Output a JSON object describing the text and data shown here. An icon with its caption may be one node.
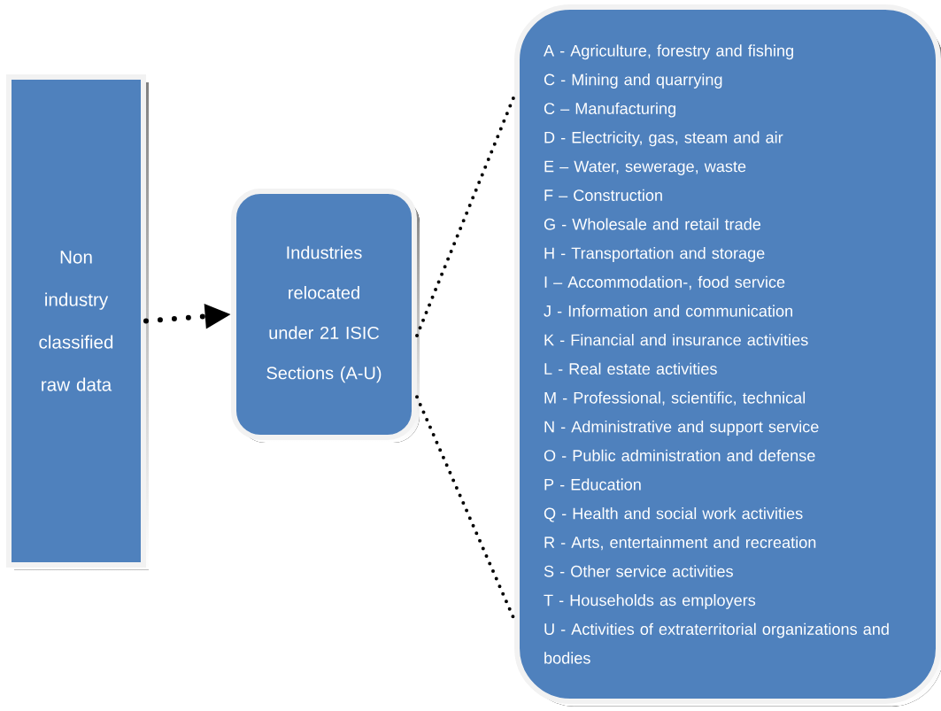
{
  "diagram": {
    "nodes": [
      {
        "text": [
          "Non industry classified raw data"
        ]
      },
      {
        "text": [
          "Industries relocated under 21 ISIC Sections (A-U)"
        ]
      },
      {
        "text": [
          "A - Agriculture, forestry and fishing",
          "C - Mining and quarrying",
          "C – Manufacturing",
          "D - Electricity, gas, steam and air",
          "E – Water, sewerage, waste",
          "F – Construction",
          "G - Wholesale and retail trade",
          "H - Transportation and storage",
          "I – Accommodation-, food service",
          "J - Information and communication",
          "K - Financial and insurance activities",
          "L - Real estate activities",
          "M - Professional, scientific, technical",
          "N - Administrative and support service",
          "O - Public administration and defense",
          "P - Education",
          "Q - Health and social work activities",
          "R - Arts, entertainment and recreation",
          "S - Other service activities",
          "T - Households as employers",
          "U - Activities of extraterritorial organizations and bodies"
        ]
      }
    ],
    "edges": [
      {
        "from": 0,
        "to": 1,
        "arrow": "to"
      },
      {
        "from": 1,
        "to": 2,
        "arrow": "none"
      },
      {
        "from": 1,
        "to": 2,
        "arrow": "none"
      }
    ]
  }
}
